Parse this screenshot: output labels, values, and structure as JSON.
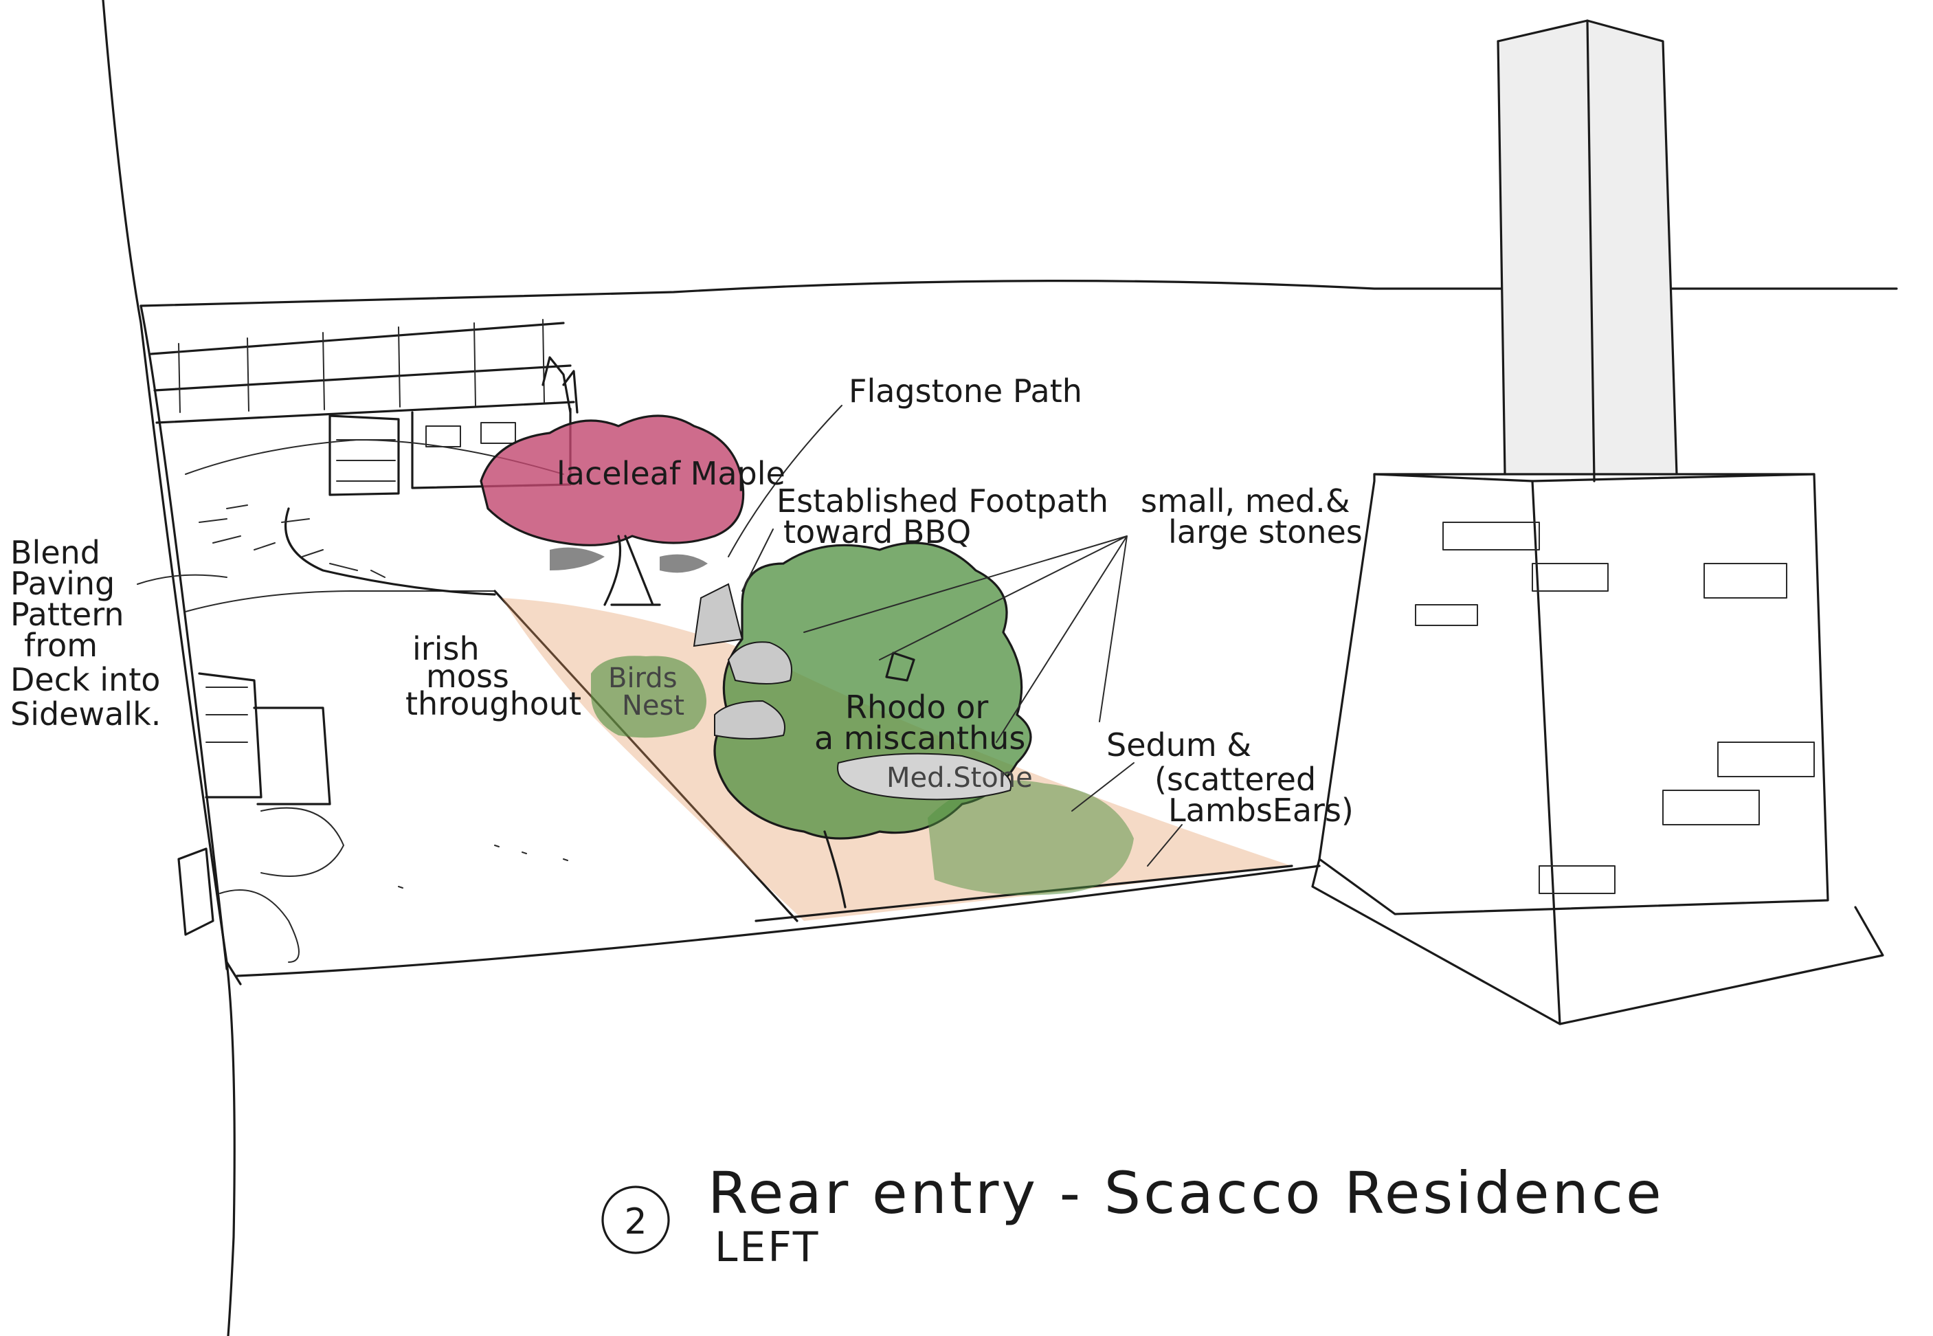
{
  "title": {
    "number": "2",
    "line1": "Rear entry - Scacco Residence",
    "line2": "LEFT"
  },
  "annotations": {
    "flagstone_path": "Flagstone Path",
    "lace_leaf_maple": "laceleaf Maple",
    "established_footpath_1": "Established Footpath",
    "established_footpath_2": "toward BBQ",
    "stones_1": "small, med.&",
    "stones_2": "large stones",
    "blend_1": "Blend",
    "blend_2": "Paving",
    "blend_3": "Pattern",
    "blend_4": "from",
    "blend_5": "Deck into",
    "blend_6": "Sidewalk.",
    "irish_1": "irish",
    "irish_2": "moss",
    "irish_3": "throughout",
    "birds_nest_1": "Birds",
    "birds_nest_2": "Nest",
    "rhodo_1": "Rhodo or",
    "rhodo_2": "a miscanthus",
    "med_stone": "Med.Stone",
    "sedum_1": "Sedum &",
    "sedum_2": "(scattered",
    "sedum_3": "LambsEars)"
  },
  "colors": {
    "ink": "#1a1a1a",
    "maple": "#c2476f",
    "foliage": "#4f8f3f",
    "mulch": "#e3955d",
    "stone": "#c9c9c9"
  },
  "icons": [
    "circled-number-icon"
  ]
}
